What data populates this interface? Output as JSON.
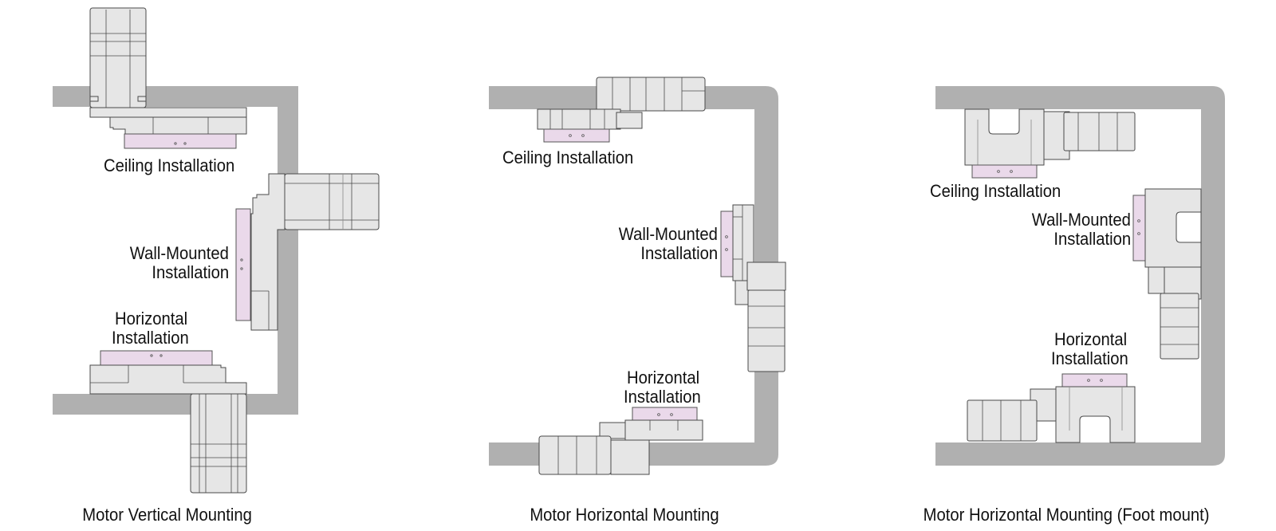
{
  "panels": [
    {
      "caption": "Motor Vertical Mounting",
      "labels": {
        "ceiling": "Ceiling Installation",
        "wall_line1": "Wall-Mounted",
        "wall_line2": "Installation",
        "horizontal_line1": "Horizontal",
        "horizontal_line2": "Installation"
      }
    },
    {
      "caption": "Motor Horizontal Mounting",
      "labels": {
        "ceiling": "Ceiling Installation",
        "wall_line1": "Wall-Mounted",
        "wall_line2": "Installation",
        "horizontal_line1": "Horizontal",
        "horizontal_line2": "Installation"
      }
    },
    {
      "caption": "Motor Horizontal Mounting (Foot mount)",
      "labels": {
        "ceiling": "Ceiling Installation",
        "wall_line1": "Wall-Mounted",
        "wall_line2": "Installation",
        "horizontal_line1": "Horizontal",
        "horizontal_line2": "Installation"
      }
    }
  ],
  "colors": {
    "wall": "#b0b0b0",
    "actuator_body": "#e6e6e6",
    "table_plate": "#ead9ea"
  }
}
